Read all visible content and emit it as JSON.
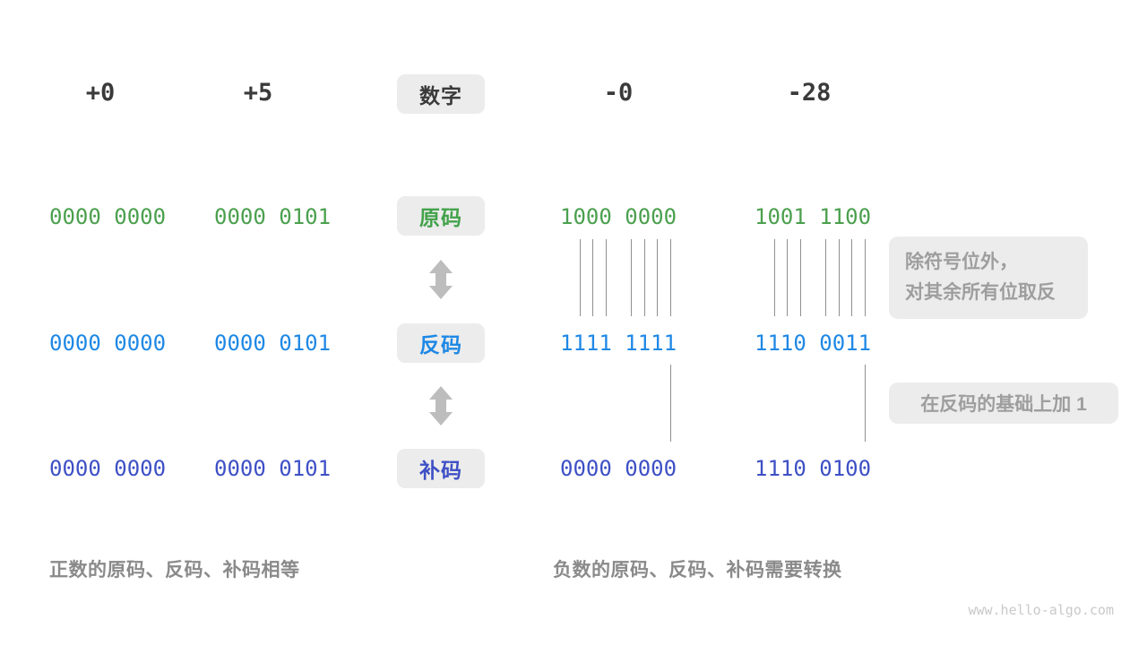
{
  "row_labels": {
    "number": "数字",
    "sign_magnitude": "原码",
    "ones_complement": "反码",
    "twos_complement": "补码"
  },
  "columns": [
    {
      "header": "+0",
      "sign_magnitude": "0000 0000",
      "ones_complement": "0000 0000",
      "twos_complement": "0000 0000"
    },
    {
      "header": "+5",
      "sign_magnitude": "0000 0101",
      "ones_complement": "0000 0101",
      "twos_complement": "0000 0101"
    },
    {
      "header": "-0",
      "sign_magnitude": "1000 0000",
      "ones_complement": "1111 1111",
      "twos_complement": "0000 0000"
    },
    {
      "header": "-28",
      "sign_magnitude": "1001 1100",
      "ones_complement": "1110 0011",
      "twos_complement": "1110 0100"
    }
  ],
  "annotations": {
    "invert_line1": "除符号位外，",
    "invert_line2": "对其余所有位取反",
    "add_one": "在反码的基础上加 1"
  },
  "captions": {
    "positive": "正数的原码、反码、补码相等",
    "negative": "负数的原码、反码、补码需要转换"
  },
  "watermark": "www.hello-algo.com",
  "colors": {
    "sign_magnitude_green": "#4BA04E",
    "ones_complement_blue": "#1E88E5",
    "twos_complement_indigo": "#3E50C5",
    "header_dark": "#3A3A3A",
    "label_box_gray": "#ECECEC",
    "annotation_text_gray": "#9E9E9E",
    "caption_gray": "#8A8A8A",
    "connector_line_gray": "#8F8F8F",
    "arrow_gray": "#BDBDBD",
    "watermark_gray": "#C9C9C9"
  }
}
